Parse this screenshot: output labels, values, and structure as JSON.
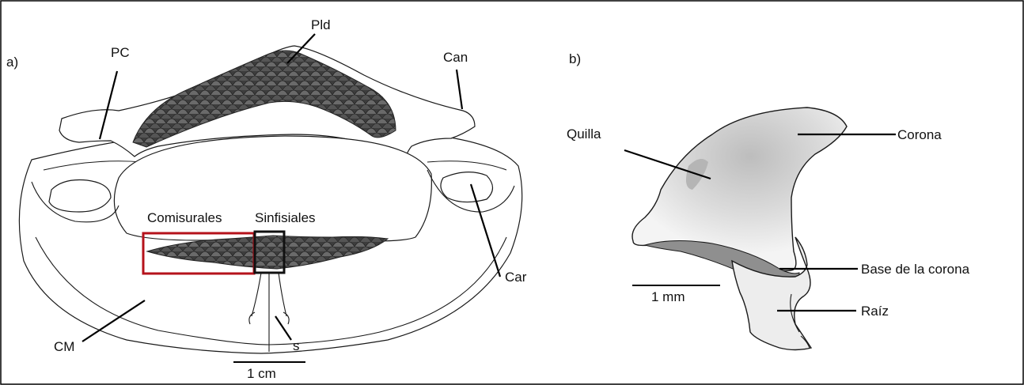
{
  "panel_a": {
    "panel_label": "a)",
    "labels": {
      "pld": "Pld",
      "pc": "PC",
      "can": "Can",
      "car": "Car",
      "cm": "CM",
      "s": "s",
      "comisurales": "Comisurales",
      "sinfisiales": "Sinfisiales"
    },
    "scale_bar": "1 cm"
  },
  "panel_b": {
    "panel_label": "b)",
    "labels": {
      "quilla": "Quilla",
      "corona": "Corona",
      "base_corona": "Base de la corona",
      "raiz": "Raíz"
    },
    "scale_bar": "1 mm"
  },
  "colors": {
    "comisurales_box": "#b5121b",
    "sinfisiales_box": "#111111",
    "tooth_dark": "#3a3a3a",
    "tooth_shade": "#d9d9d9"
  }
}
